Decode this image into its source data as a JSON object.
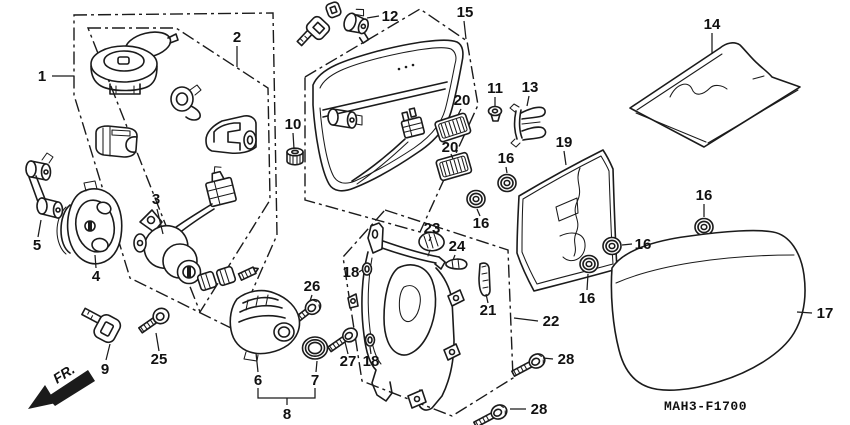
{
  "diagram": {
    "code": "MAH3-F1700",
    "direction_label": "FR.",
    "line_color": "#1b1b1b",
    "background": "#ffffff"
  },
  "callouts": {
    "c1": "1",
    "c2": "2",
    "c3": "3",
    "c4": "4",
    "c5": "5",
    "c6": "6",
    "c7": "7",
    "c8": "8",
    "c9": "9",
    "c10": "10",
    "c11": "11",
    "c12": "12",
    "c13": "13",
    "c14": "14",
    "c15": "15",
    "c16a": "16",
    "c16b": "16",
    "c16c": "16",
    "c16d": "16",
    "c16e": "16",
    "c17": "17",
    "c18a": "18",
    "c18b": "18",
    "c19": "19",
    "c20a": "20",
    "c20b": "20",
    "c21": "21",
    "c22": "22",
    "c23": "23",
    "c24": "24",
    "c25": "25",
    "c26": "26",
    "c27": "27",
    "c28a": "28",
    "c28b": "28"
  }
}
